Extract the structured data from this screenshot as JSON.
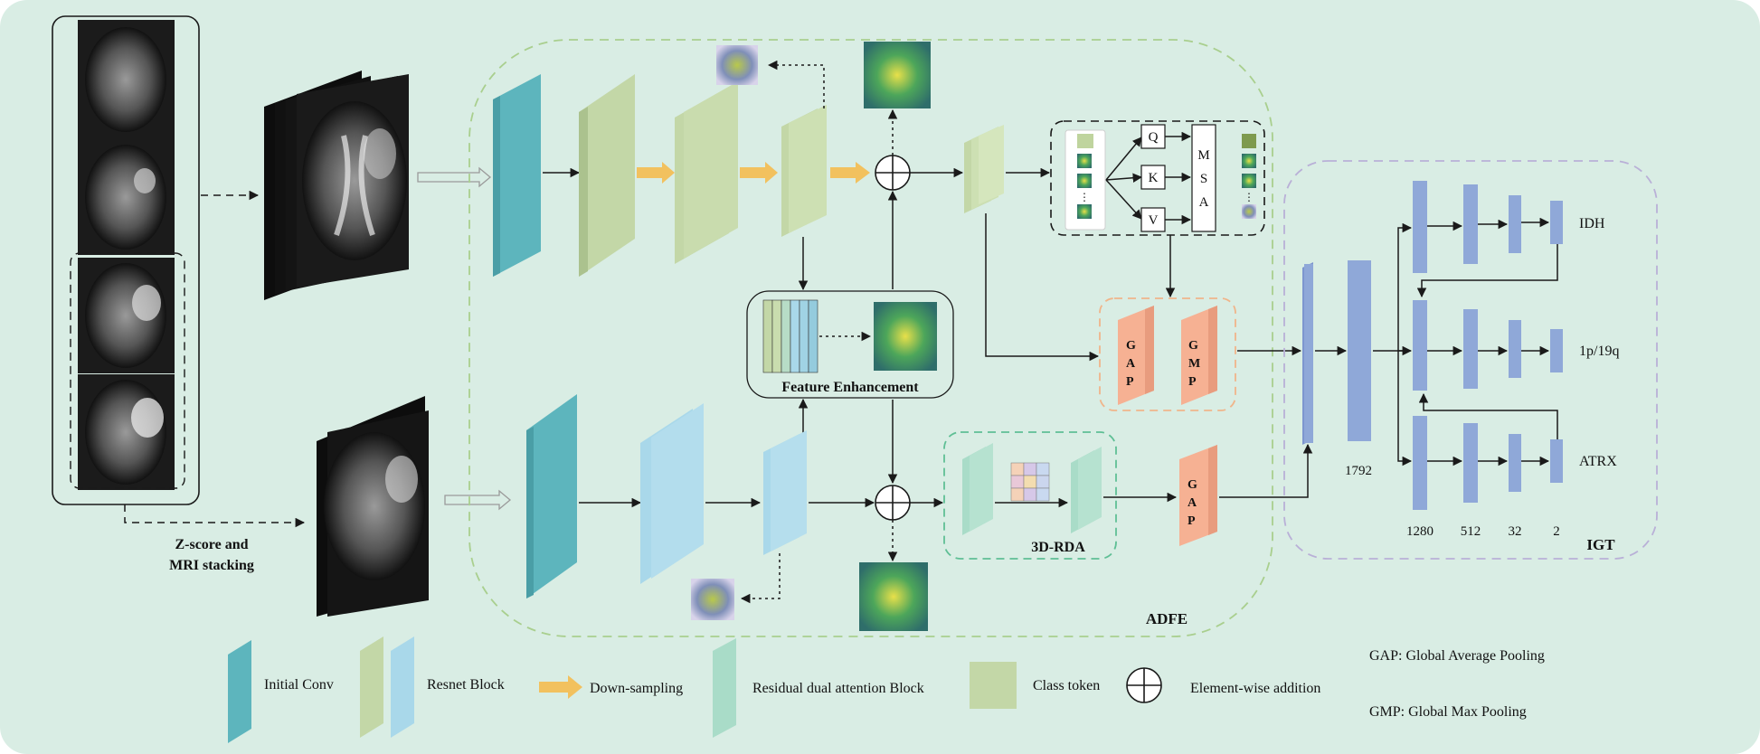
{
  "inputs": {
    "stacking_line1": "Z-score and",
    "stacking_line2": "MRI stacking"
  },
  "modules": {
    "adfe": "ADFE",
    "igt": "IGT",
    "rda": "3D-RDA",
    "feature_enhancement": "Feature Enhancement"
  },
  "attention": {
    "q": "Q",
    "k": "K",
    "v": "V",
    "msa_letters": [
      "M",
      "S",
      "A"
    ]
  },
  "pooling": {
    "gap_letters": [
      "G",
      "A",
      "P"
    ],
    "gmp_letters": [
      "G",
      "M",
      "P"
    ]
  },
  "igt": {
    "concat_dim": "1792",
    "layer_dims": [
      "1280",
      "512",
      "32",
      "2"
    ],
    "outputs": [
      "IDH",
      "1p/19q",
      "ATRX"
    ]
  },
  "legend": {
    "initial_conv": "Initial Conv",
    "resnet_block": "Resnet Block",
    "down_sampling": "Down-sampling",
    "rda_block": "Residual dual attention Block",
    "class_token": "Class token",
    "element_wise_addition": "Element-wise addition",
    "gap_def": "GAP: Global Average Pooling",
    "gmp_def": "GMP: Global Max Pooling"
  },
  "colors": {
    "background": "#d9ede4",
    "conv": "#5db5bd",
    "resnet_green": "#c3d7a7",
    "resnet_blue": "#a9d8ea",
    "rda": "#a9dcc8",
    "pool": "#f6b193",
    "fc": "#8fa8d8",
    "down_arrow": "#f2c15e",
    "adfe_border": "#a9cf8e",
    "igt_border": "#b9b0d7",
    "gap_border": "#f0b58a",
    "rda_border": "#5fbf95"
  }
}
